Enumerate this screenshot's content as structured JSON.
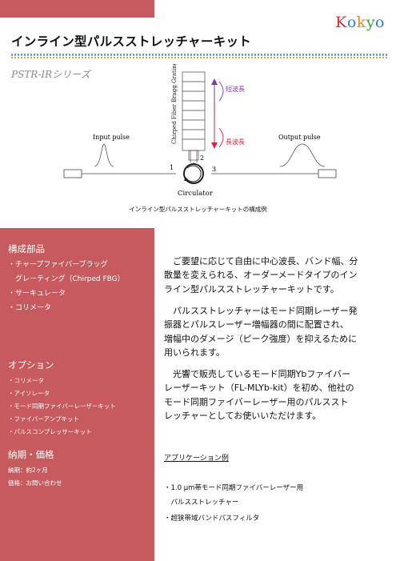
{
  "brand": {
    "logo_letters": [
      {
        "ch": "K",
        "color": "#d62b2b"
      },
      {
        "ch": "o",
        "color": "#2a7fd4"
      },
      {
        "ch": "k",
        "color": "#e08a1e"
      },
      {
        "ch": "y",
        "color": "#3aa03a"
      },
      {
        "ch": "o",
        "color": "#2a7fd4"
      }
    ]
  },
  "header": {
    "title": "インライン型パルスストレッチャーキット",
    "series": "PSTR-IRシリーズ"
  },
  "diagram": {
    "grating_label": "Chirped Fiber Bragg Grating",
    "short_label": "短波長",
    "long_label": "長波長",
    "input_label": "Input pulse",
    "output_label": "Output pulse",
    "port1": "1",
    "port2": "2",
    "port3": "3",
    "circulator_label": "Circulator",
    "caption": "インライン型パルスストレッチャーキットの構成例",
    "colors": {
      "short": "#7a3fa0",
      "long": "#d6263a"
    }
  },
  "sidebar": {
    "components_title": "構成部品",
    "components": [
      "・チャープファイバーブラッグ",
      "　グレーティング（Chirped FBG）",
      "・サーキュレータ",
      "・コリメータ"
    ],
    "options_title": "オプション",
    "options": [
      "・コリメータ",
      "・アイソレータ",
      "・モード同期ファイバーレーザーキット",
      "・ファイバーアンプキット",
      "・パルスコンプレッサーキット"
    ],
    "delivery_title": "納期・価格",
    "delivery": [
      "納期：約2ヶ月",
      "価格：お問い合わせ"
    ]
  },
  "body": {
    "p1": [
      "ご要望に応じて自由に中心波長、バンド幅、分",
      "散量を変えられる、オーダーメードタイプのイン",
      "ライン型パルスストレッチャーキットです。"
    ],
    "p2": [
      "パルスストレッチャーはモード同期レーザー発",
      "振器とパルスレーザー増幅器の間に配置され、",
      "増幅中のダメージ（ピーク強度）を抑えるために",
      "用いられます。"
    ],
    "p3": [
      "光響で販売しているモード同期Ybファイバー",
      "レーザーキット（FL-MLYb-kit）を初め、他社の",
      "モード同期ファイバーレーザー用のパルススト",
      "レッチャーとしてお使いいただけます。"
    ],
    "app_title": "アプリケーション例",
    "apps": [
      "・1.0 μm帯モード同期ファイバーレーザー用",
      "　パルスストレッチャー",
      "・超狭帯域バンドパスフィルタ"
    ]
  }
}
